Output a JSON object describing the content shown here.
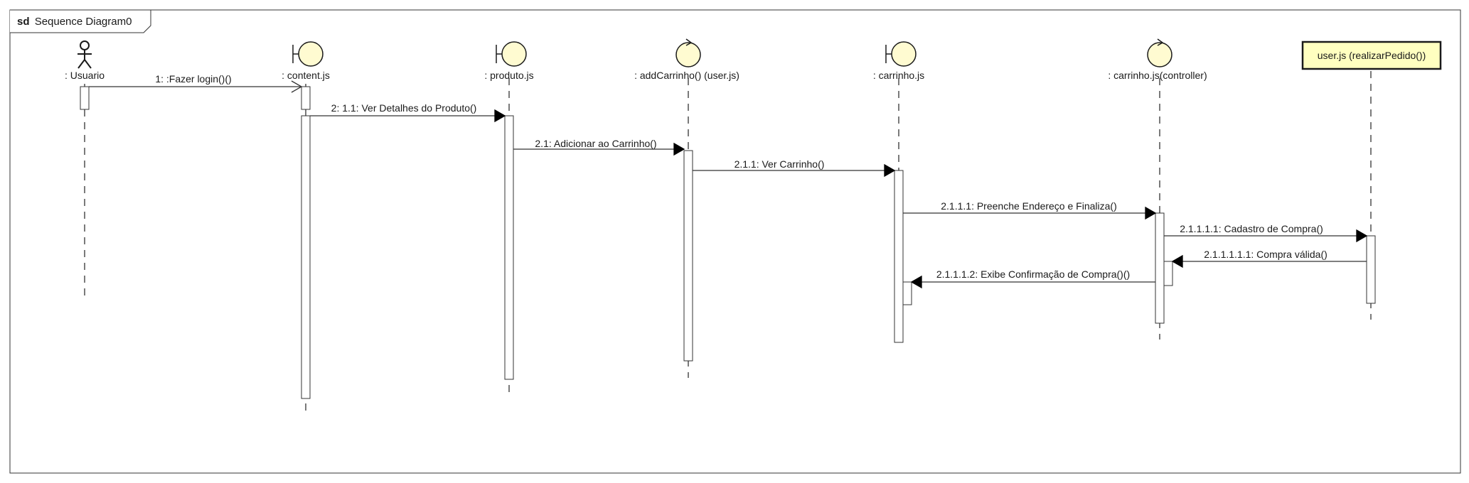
{
  "frame": {
    "keyword": "sd",
    "title": "Sequence Diagram0"
  },
  "colors": {
    "line": "#333333",
    "fill": "#fffbd1",
    "box_fill": "#ffffc0",
    "activation": "#ffffff"
  },
  "participants": [
    {
      "id": "usuario",
      "kind": "actor",
      "label": ": Usuario"
    },
    {
      "id": "content",
      "kind": "boundary",
      "label": ": content.js"
    },
    {
      "id": "produto",
      "kind": "boundary",
      "label": ": produto.js"
    },
    {
      "id": "addcarrinho",
      "kind": "control",
      "label": ": addCarrinho() (user.js)"
    },
    {
      "id": "carrinho",
      "kind": "boundary",
      "label": ": carrinho.js"
    },
    {
      "id": "carrinhoctl",
      "kind": "control",
      "label": ": carrinho.js(controller)"
    },
    {
      "id": "userjs",
      "kind": "box",
      "label": "user.js (realizarPedido())"
    }
  ],
  "messages": [
    {
      "id": "m1",
      "label": "1: :Fazer login()()",
      "from": "usuario",
      "to": "content",
      "style": "open"
    },
    {
      "id": "m2",
      "label": "2: 1.1: Ver Detalhes do Produto()",
      "from": "content",
      "to": "produto",
      "style": "filled"
    },
    {
      "id": "m3",
      "label": "2.1: Adicionar ao Carrinho()",
      "from": "produto",
      "to": "addcarrinho",
      "style": "filled"
    },
    {
      "id": "m4",
      "label": "2.1.1: Ver Carrinho()",
      "from": "addcarrinho",
      "to": "carrinho",
      "style": "filled"
    },
    {
      "id": "m5",
      "label": "2.1.1.1: Preenche Endereço e Finaliza()",
      "from": "carrinho",
      "to": "carrinhoctl",
      "style": "filled"
    },
    {
      "id": "m6",
      "label": "2.1.1.1.1: Cadastro de Compra()",
      "from": "carrinhoctl",
      "to": "userjs",
      "style": "filled"
    },
    {
      "id": "m7",
      "label": "2.1.1.1.1.1: Compra válida()",
      "from": "userjs",
      "to": "carrinhoctl",
      "style": "filled"
    },
    {
      "id": "m8",
      "label": "2.1.1.1.2: Exibe Confirmação de Compra()()",
      "from": "carrinhoctl",
      "to": "carrinho",
      "style": "filled"
    }
  ]
}
